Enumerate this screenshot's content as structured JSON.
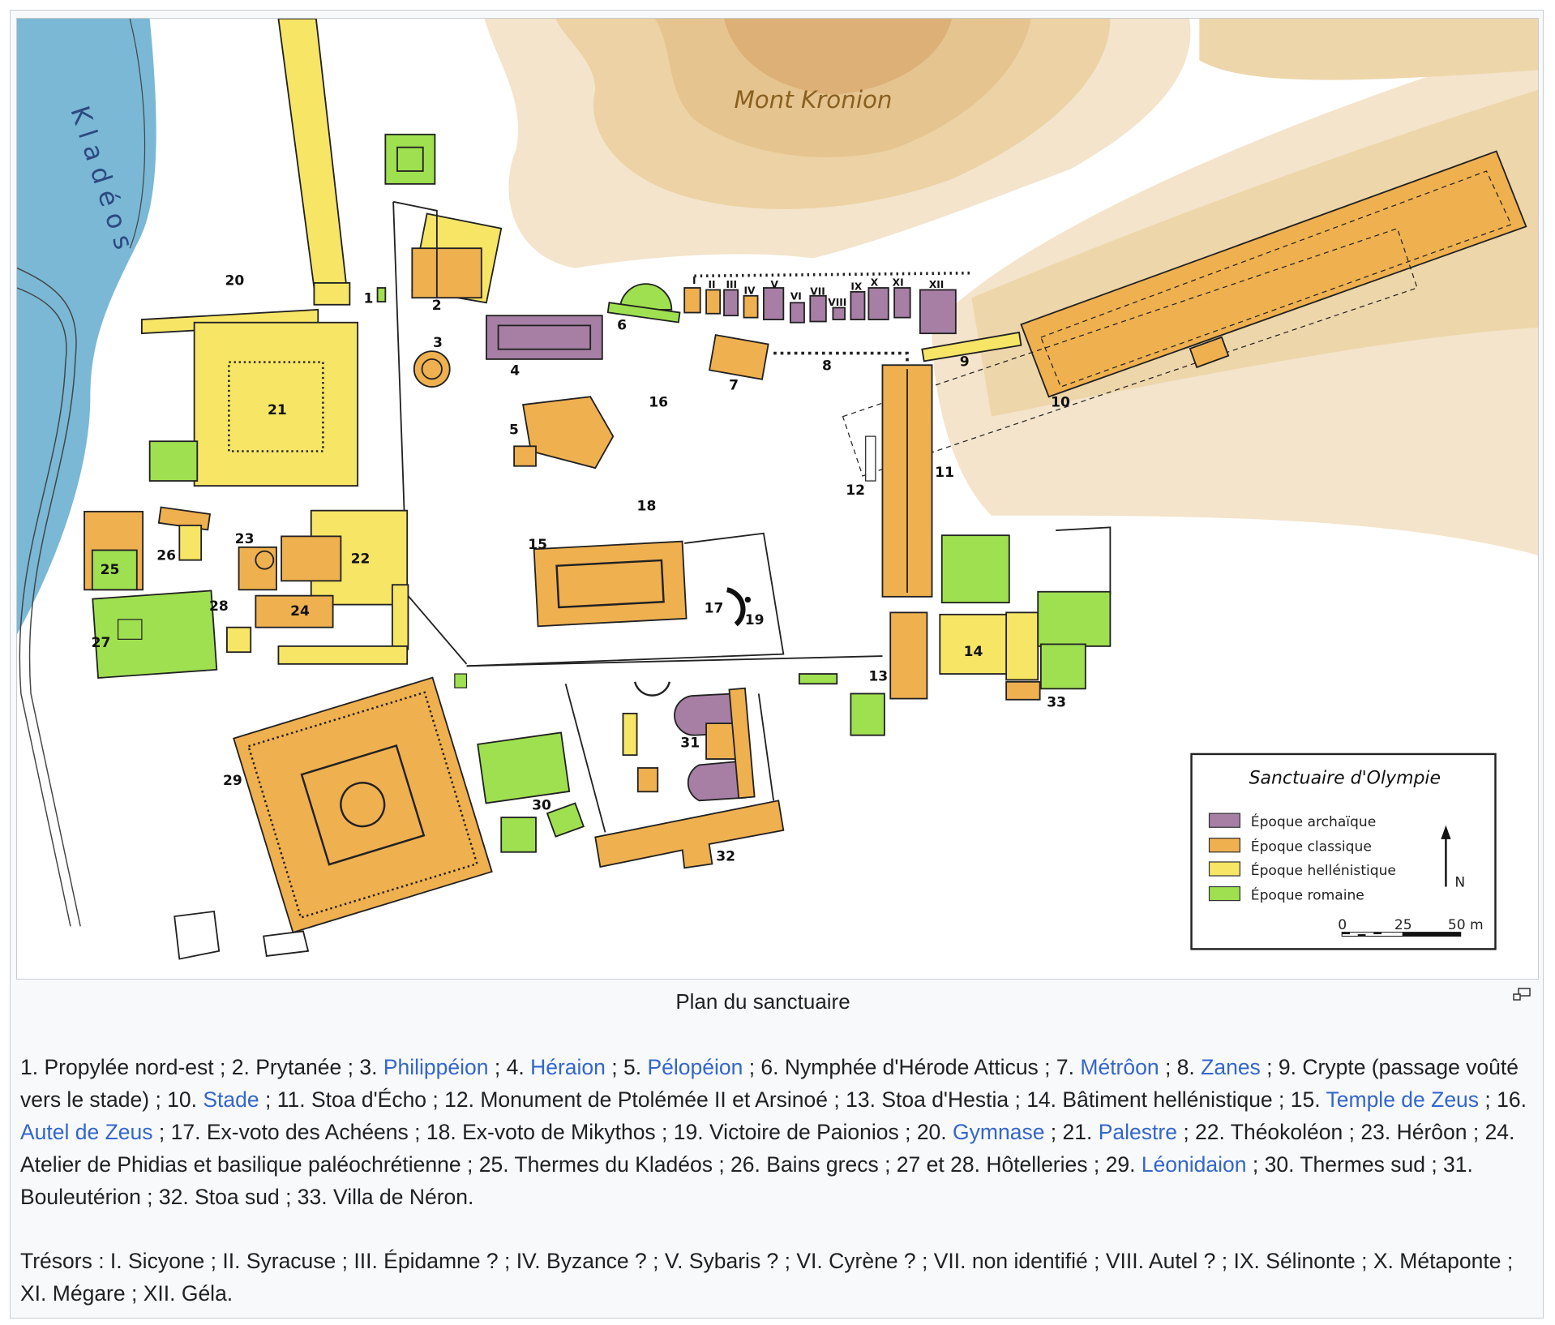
{
  "colors": {
    "archaique": "#a77fa5",
    "classique": "#efb050",
    "hellenistique": "#f7e566",
    "romaine": "#9fe050",
    "river": "#7ab8d6",
    "link": "#3366cc"
  },
  "map": {
    "mountain": "Mont Kronion",
    "river": "Kladéos",
    "labels": [
      "1",
      "2",
      "3",
      "4",
      "5",
      "6",
      "7",
      "8",
      "9",
      "10",
      "11",
      "12",
      "13",
      "14",
      "15",
      "16",
      "17",
      "18",
      "19",
      "20",
      "21",
      "22",
      "23",
      "24",
      "25",
      "26",
      "27",
      "28",
      "29",
      "30",
      "31",
      "32",
      "33"
    ],
    "treasuries": [
      "I",
      "II",
      "III",
      "IV",
      "V",
      "VI",
      "VII",
      "VIII",
      "IX",
      "X",
      "XI",
      "XII"
    ],
    "legend": {
      "title": "Sanctuaire d'Olympie",
      "items": [
        "Époque archaïque",
        "Époque classique",
        "Époque hellénistique",
        "Époque romaine"
      ],
      "north": "N",
      "scale": [
        "0",
        "25",
        "50 m"
      ]
    }
  },
  "caption": {
    "title": "Plan du sanctuaire",
    "items": [
      {
        "pre": "1. ",
        "text": "Propylée nord-est",
        "link": false
      },
      {
        "pre": " ; 2. ",
        "text": "Prytanée",
        "link": false
      },
      {
        "pre": " ; 3. ",
        "text": "Philippéion",
        "link": true
      },
      {
        "pre": " ; 4. ",
        "text": "Héraion",
        "link": true
      },
      {
        "pre": " ; 5. ",
        "text": "Pélopéion",
        "link": true
      },
      {
        "pre": " ; 6. ",
        "text": "Nymphée d'Hérode Atticus",
        "link": false
      },
      {
        "pre": " ; 7. ",
        "text": "Métrôon",
        "link": true
      },
      {
        "pre": " ; 8. ",
        "text": "Zanes",
        "link": true
      },
      {
        "pre": " ; 9. ",
        "text": "Crypte (passage voûté vers le stade)",
        "link": false
      },
      {
        "pre": " ; 10. ",
        "text": "Stade",
        "link": true
      },
      {
        "pre": " ; 11. ",
        "text": "Stoa d'Écho",
        "link": false
      },
      {
        "pre": " ; 12. ",
        "text": "Monument de Ptolémée II et Arsinoé",
        "link": false
      },
      {
        "pre": " ; 13. ",
        "text": "Stoa d'Hestia",
        "link": false
      },
      {
        "pre": " ; 14. ",
        "text": "Bâtiment hellénistique",
        "link": false
      },
      {
        "pre": " ; 15. ",
        "text": "Temple de Zeus",
        "link": true
      },
      {
        "pre": " ; 16. ",
        "text": "Autel de Zeus",
        "link": true
      },
      {
        "pre": " ; 17. ",
        "text": "Ex-voto des Achéens",
        "link": false
      },
      {
        "pre": " ; 18. ",
        "text": "Ex-voto de Mikythos",
        "link": false
      },
      {
        "pre": " ; 19. ",
        "text": "Victoire de Paionios",
        "link": false
      },
      {
        "pre": " ; 20. ",
        "text": "Gymnase",
        "link": true
      },
      {
        "pre": " ; 21. ",
        "text": "Palestre",
        "link": true
      },
      {
        "pre": " ; 22. ",
        "text": "Théokoléon",
        "link": false
      },
      {
        "pre": " ; 23. ",
        "text": "Hérôon",
        "link": false
      },
      {
        "pre": " ; 24. ",
        "text": "Atelier de Phidias et basilique paléochrétienne",
        "link": false
      },
      {
        "pre": " ; 25. ",
        "text": "Thermes du Kladéos",
        "link": false
      },
      {
        "pre": " ; 26. ",
        "text": "Bains grecs",
        "link": false
      },
      {
        "pre": " ; 27 et 28. ",
        "text": "Hôtelleries",
        "link": false
      },
      {
        "pre": " ; 29. ",
        "text": "Léonidaion",
        "link": true
      },
      {
        "pre": " ; 30. ",
        "text": "Thermes sud",
        "link": false
      },
      {
        "pre": " ; 31. ",
        "text": "Bouleutérion",
        "link": false
      },
      {
        "pre": " ; 32. ",
        "text": "Stoa sud",
        "link": false
      },
      {
        "pre": " ; 33. ",
        "text": "Villa de Néron",
        "link": false
      }
    ],
    "end": ".",
    "tresors": "Trésors : I. Sicyone ; II. Syracuse ; III. Épidamne ? ; IV. Byzance ? ; V. Sybaris ? ; VI. Cyrène ? ; VII. non identifié ; VIII. Autel ? ; IX. Sélinonte ; X. Métaponte ; XI. Mégare ; XII. Géla."
  }
}
